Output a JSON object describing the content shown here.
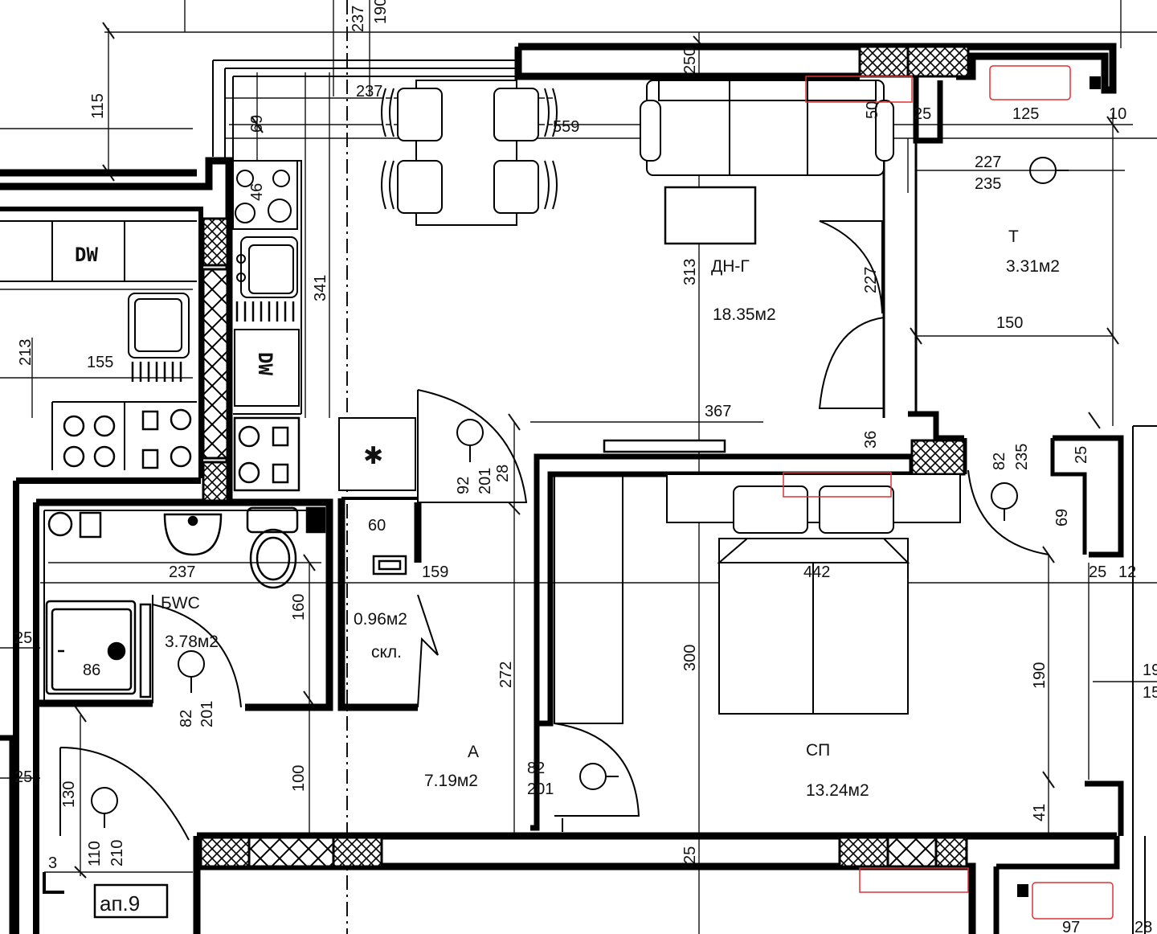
{
  "rooms": {
    "living": {
      "code": "ДН-Г",
      "area": "18.35м2"
    },
    "toilet": {
      "code": "Т",
      "area": "3.31м2"
    },
    "bathroom": {
      "code": "БWC",
      "area": "3.78м2"
    },
    "storage": {
      "code": "скл.",
      "area": "0.96м2"
    },
    "hall": {
      "code": "А",
      "area": "7.19м2"
    },
    "bedroom": {
      "code": "СП",
      "area": "13.24м2"
    }
  },
  "appliances": {
    "dishwasher": "DW"
  },
  "apartment_label": "ап.9",
  "dimensions": {
    "d115": "115",
    "d237_top": "237",
    "d237b": "237",
    "d190t": "190",
    "d69": "69",
    "d46": "46",
    "d341": "341",
    "d213": "213",
    "d155": "155",
    "d559": "559",
    "d250": "250",
    "d50": "50",
    "d25a": "25",
    "d125": "125",
    "d10": "10",
    "d227a": "227",
    "d235a": "235",
    "d313": "313",
    "d227b": "227",
    "d150": "150",
    "d367": "367",
    "d36": "36",
    "d82a": "82",
    "d235b": "235",
    "d92": "92",
    "d201a": "201",
    "d28": "28",
    "d60": "60",
    "d237c": "237",
    "d159": "159",
    "d442": "442",
    "d25b": "25",
    "d12": "12",
    "d69b": "69",
    "d160": "160",
    "d25c": "25",
    "d86": "86",
    "d82b": "82",
    "d201b": "201",
    "d272": "272",
    "d300": "300",
    "d190b": "190",
    "d19": "19",
    "d15": "15",
    "d100": "100",
    "d82c": "82",
    "d201c": "201",
    "d41": "41",
    "d25d": "25",
    "d130": "130",
    "d110": "110",
    "d210": "210",
    "d25e": "25",
    "d97": "97",
    "d28b": "28",
    "d3": "3",
    "d25f": "25"
  }
}
